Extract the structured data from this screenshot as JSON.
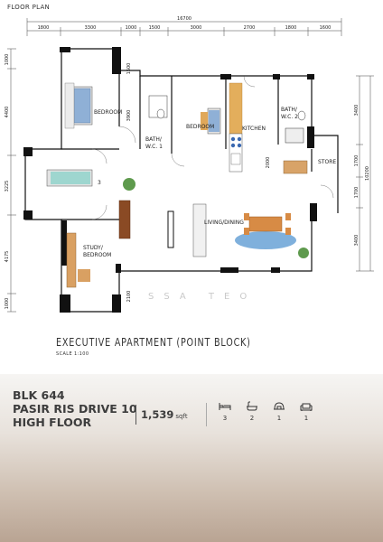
{
  "header": {
    "label": "FLOOR PLAN"
  },
  "dimensions": {
    "total_width": "16700",
    "top": [
      "1800",
      "3300",
      "1000",
      "1500",
      "3000",
      "2700",
      "1800",
      "1600"
    ],
    "left": [
      "1000",
      "4400",
      "3225",
      "4175",
      "1000"
    ],
    "right": [
      "3400",
      "1700",
      "1700",
      "3400"
    ],
    "right_total": "10200",
    "inner": [
      "1500",
      "3900",
      "2000",
      "2100"
    ]
  },
  "rooms": {
    "bedroom1": "BEDROOM",
    "bedroom2": "BEDROOM",
    "bedroom3": "3",
    "bath1": "BATH/",
    "wc1": "W.C. 1",
    "bath2": "BATH/",
    "wc2": "W.C. 2",
    "kitchen": "KITCHEN",
    "store": "STORE",
    "living": "LIVING/DINING",
    "study": "STUDY/",
    "study_bedroom": "BEDROOM"
  },
  "title": {
    "name": "EXECUTIVE APARTMENT (POINT BLOCK)",
    "scale": "SCALE 1:100"
  },
  "watermark": "SSA TEO",
  "listing": {
    "line1": "BLK 644",
    "line2": "PASIR RIS DRIVE 10",
    "line3": "HIGH FLOOR",
    "area_value": "1,539",
    "area_unit": "sqft",
    "features": [
      {
        "icon": "bed-icon",
        "count": "3"
      },
      {
        "icon": "bathtub-icon",
        "count": "2"
      },
      {
        "icon": "helmet-icon",
        "count": "1"
      },
      {
        "icon": "sofa-icon",
        "count": "1"
      }
    ]
  }
}
